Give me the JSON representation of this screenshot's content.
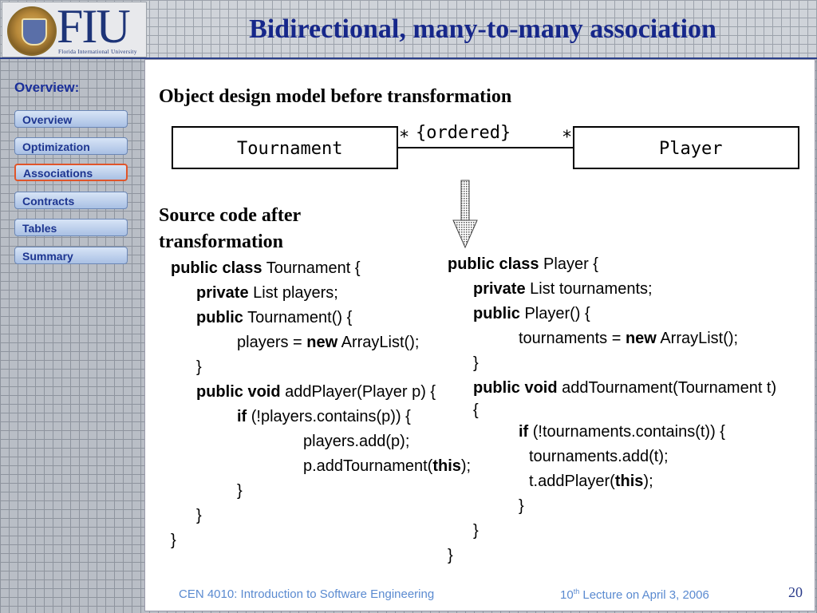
{
  "header": {
    "logo_text": "FIU",
    "logo_subtext": "Florida International University",
    "title": "Bidirectional, many-to-many association"
  },
  "nav": {
    "title": "Overview:",
    "items": [
      {
        "label": "Overview"
      },
      {
        "label": "Optimization"
      },
      {
        "label": "Associations",
        "active": true
      },
      {
        "label": "Contracts"
      },
      {
        "label": "Tables"
      },
      {
        "label": "Summary"
      }
    ]
  },
  "diagram": {
    "heading": "Object design model before transformation",
    "left_class": "Tournament",
    "right_class": "Player",
    "left_multiplicity": "*",
    "right_multiplicity": "*",
    "constraint": "{ordered}"
  },
  "source": {
    "heading_line1": "Source code after",
    "heading_line2": "transformation",
    "left_code": [
      {
        "kw": "public class",
        "rest": " Tournament {"
      },
      {
        "kw": "private",
        "rest": " List players;"
      },
      {
        "kw": "public",
        "rest": " Tournament() {"
      },
      {
        "pre": "players = ",
        "kw": "new",
        "rest": " ArrayList();"
      },
      {
        "rest": "}"
      },
      {
        "kw": "public void",
        "rest": " addPlayer(Player p) {"
      },
      {
        "kw": "if",
        "rest": " (!players.contains(p)) {"
      },
      {
        "rest": "players.add(p);"
      },
      {
        "pre": "p.addTournament(",
        "kw": "this",
        "rest": ");"
      },
      {
        "rest": "}"
      },
      {
        "rest": "}"
      },
      {
        "rest": "}"
      }
    ],
    "right_code": [
      {
        "kw": "public class",
        "rest": " Player {"
      },
      {
        "kw": "private",
        "rest": " List tournaments;"
      },
      {
        "kw": "public",
        "rest": " Player() {"
      },
      {
        "pre": "tournaments = ",
        "kw": "new",
        "rest": " ArrayList();"
      },
      {
        "rest": "}"
      },
      {
        "kw": "public void",
        "rest": " addTournament(Tournament t)"
      },
      {
        "rest": "{"
      },
      {
        "kw": "if",
        "rest": " (!tournaments.contains(t)) {"
      },
      {
        "rest": "tournaments.add(t);"
      },
      {
        "pre": "t.addPlayer(",
        "kw": "this",
        "rest": ");"
      },
      {
        "rest": "}"
      },
      {
        "rest": "}"
      },
      {
        "rest": "}"
      }
    ]
  },
  "footer": {
    "course": "CEN 4010: Introduction to Software Engineering",
    "lecture_num": "10",
    "lecture_sup": "th",
    "lecture_rest": " Lecture on April 3, 2006",
    "page": "20"
  },
  "colors": {
    "title": "#16278a",
    "nav_text": "#1d3590",
    "active_border": "#e0552a",
    "footer": "#5a8ad0"
  }
}
